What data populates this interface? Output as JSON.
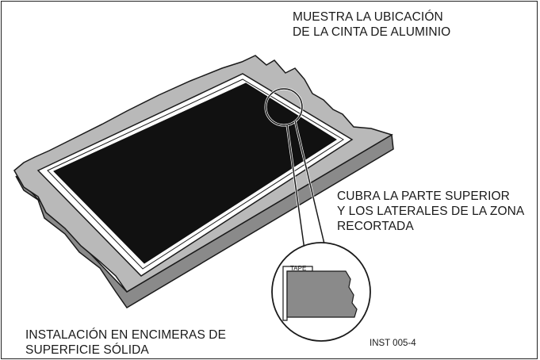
{
  "captions": {
    "top": "MUESTRA LA UBICACIÓN\nDE LA CINTA DE ALUMINIO",
    "right": "CUBRA LA PARTE SUPERIOR\nY LOS LATERALES DE LA ZONA\nRECORTADA",
    "bottom": "INSTALACIÓN EN ENCIMERAS DE\nSUPERFICIE SÓLIDA"
  },
  "tape_label": "TAPE",
  "figure_code": "INST 005-4",
  "colors": {
    "counter_top": "#b9b9b9",
    "counter_edge": "#8a8a8a",
    "cutout": "#111111",
    "tape": "#ffffff",
    "line": "#1a1a1a"
  }
}
